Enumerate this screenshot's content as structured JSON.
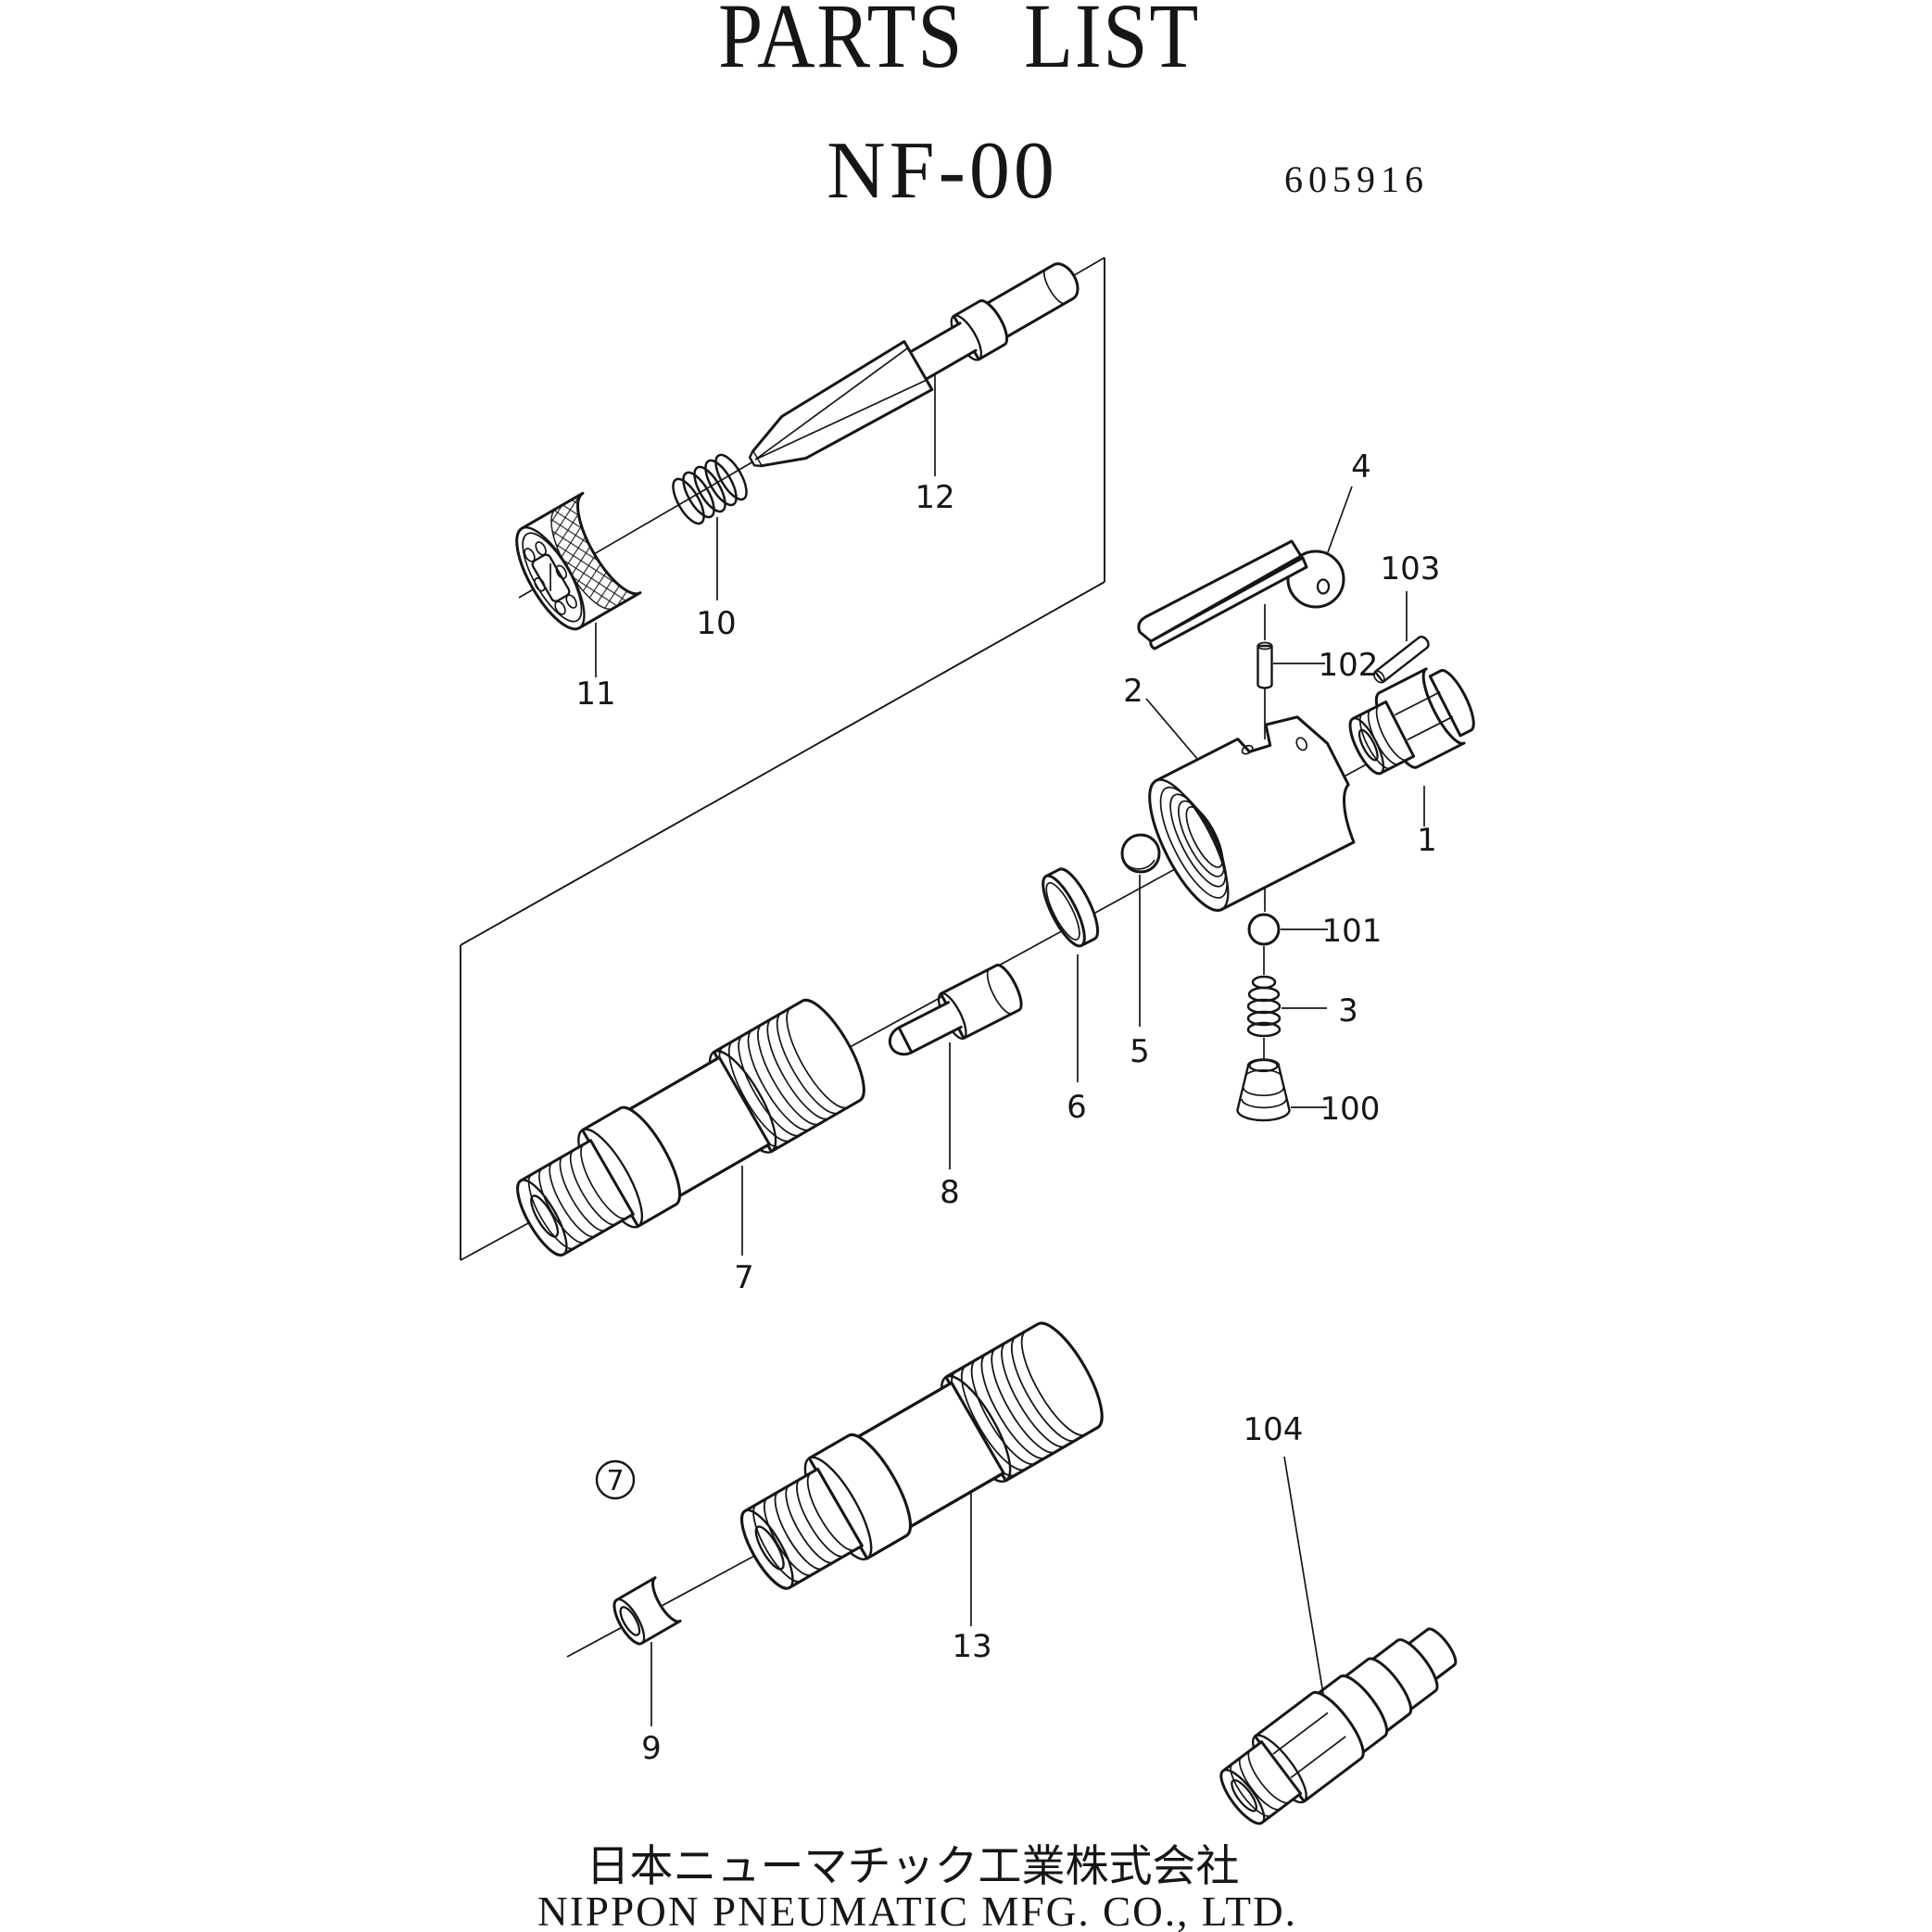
{
  "document": {
    "title": "PARTS LIST",
    "model": "NF-00",
    "sheet_number": "605916",
    "manufacturer_jp": "日本ニューマチック工業株式会社",
    "manufacturer_en": "NIPPON PNEUMATIC MFG. CO., LTD."
  },
  "diagram": {
    "type": "exploded-parts-view",
    "ink_color": "#161616",
    "background_color": "#ffffff",
    "labels": {
      "p1": "1",
      "p2": "2",
      "p3": "3",
      "p4": "4",
      "p5": "5",
      "p6": "6",
      "p7": "7",
      "p8": "8",
      "p9": "9",
      "p10": "10",
      "p11": "11",
      "p12": "12",
      "p13": "13",
      "p100": "100",
      "p101": "101",
      "p102": "102",
      "p103": "103",
      "p104": "104",
      "circled7": "7"
    }
  }
}
